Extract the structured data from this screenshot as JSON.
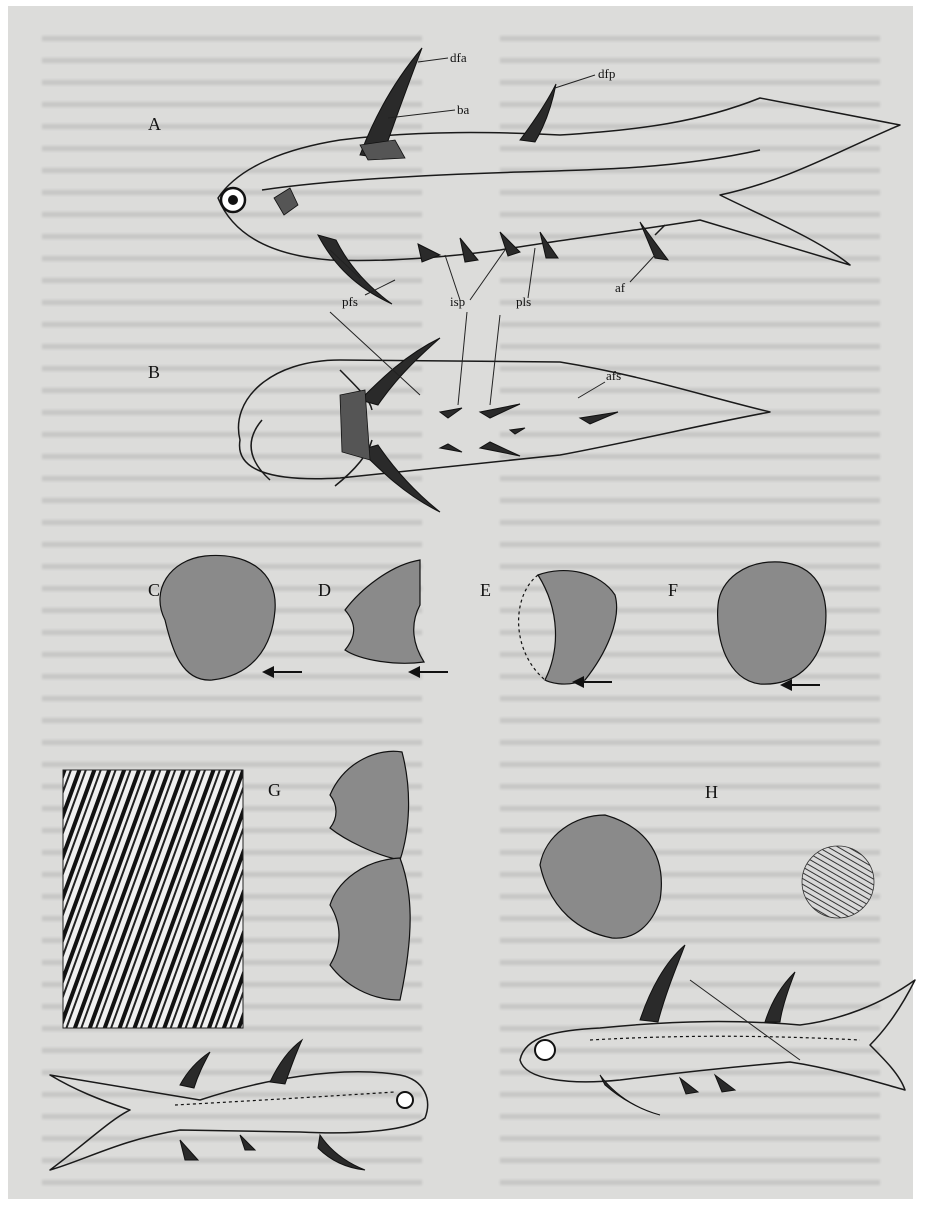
{
  "figure_labels": {
    "A": "A",
    "B": "B",
    "C": "C",
    "D": "D",
    "E": "E",
    "F": "F",
    "G": "G",
    "H": "H"
  },
  "annotations": {
    "dfa": "dfa",
    "ba": "ba",
    "dfp": "dfp",
    "af": "af",
    "pfs": "pfs",
    "isp": "isp",
    "pls": "pls",
    "afs": "afs"
  }
}
